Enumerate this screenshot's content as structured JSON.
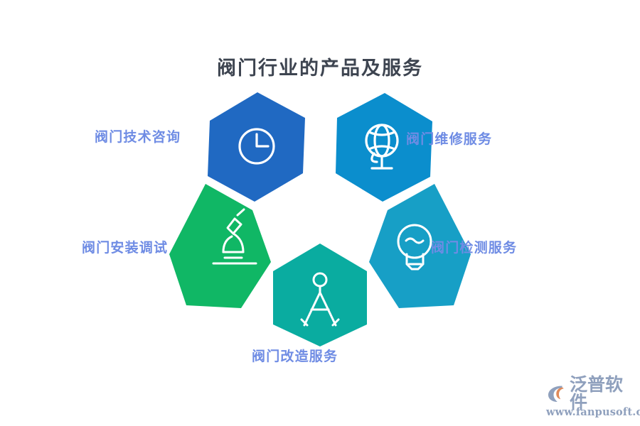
{
  "page": {
    "title": "阀门行业的产品及服务",
    "title_color": "#3d4450",
    "background": "#ffffff",
    "label_color": "#6f8ce4"
  },
  "diagram": {
    "type": "hexagon-cluster",
    "center_shape": "white-pentagon",
    "nodes": [
      {
        "id": "consult",
        "label": "阀门技术咨询",
        "icon": "clock-icon",
        "color": "#2069c2",
        "position": "top-left",
        "label_side": "left"
      },
      {
        "id": "repair",
        "label": "阀门维修服务",
        "icon": "globe-icon",
        "color": "#0b8ecd",
        "position": "top-right",
        "label_side": "right"
      },
      {
        "id": "install",
        "label": "阀门安装调试",
        "icon": "microscope-icon",
        "color": "#10b765",
        "position": "left",
        "label_side": "left"
      },
      {
        "id": "inspect",
        "label": "阀门检测服务",
        "icon": "lightbulb-icon",
        "color": "#179fc6",
        "position": "right",
        "label_side": "right"
      },
      {
        "id": "reform",
        "label": "阀门改造服务",
        "icon": "compass-divider-icon",
        "color": "#0aaca0",
        "position": "bottom",
        "label_side": "bottom"
      }
    ]
  },
  "watermark": {
    "brand": "泛普软件",
    "url": "www.fanpusoft.com",
    "color": "#8fa0bd",
    "accent": "#e08a5a"
  }
}
